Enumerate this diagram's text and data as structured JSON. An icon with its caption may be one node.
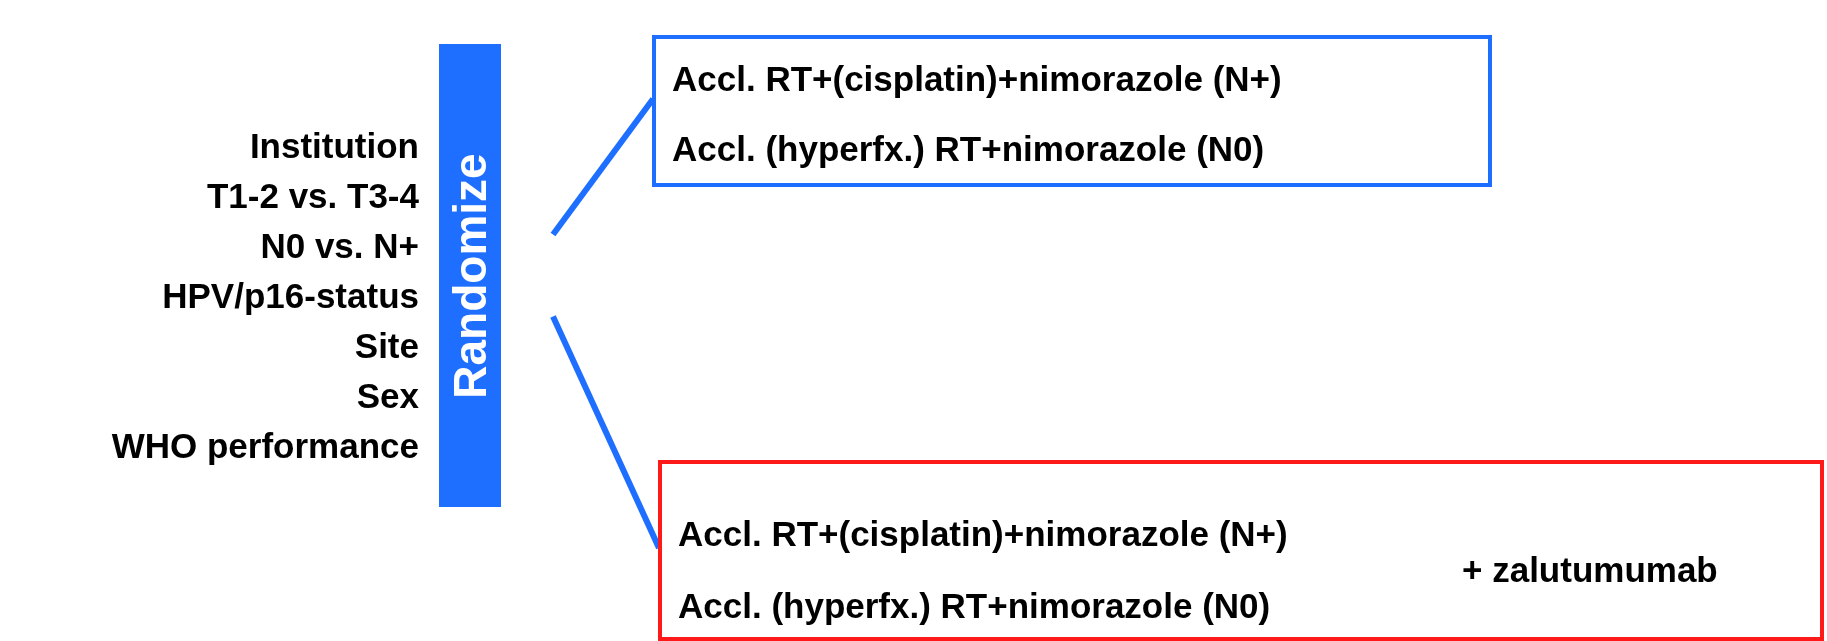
{
  "diagram": {
    "nodes": [
      {
        "text": [
          "Randomize"
        ]
      },
      {
        "text": [
          "Accl. RT+(cisplatin)+nimorazole (N+)",
          "Accl. (hyperfx.) RT+nimorazole (N0)"
        ]
      },
      {
        "text": [
          "Accl. RT+(cisplatin)+nimorazole (N+)",
          "Accl. (hyperfx.) RT+nimorazole (N0)",
          "+ zalutumumab"
        ]
      }
    ],
    "edges": [
      {
        "from": 0,
        "to": 1,
        "arrow": "none",
        "color": "#1e6fff"
      },
      {
        "from": 0,
        "to": 2,
        "arrow": "none",
        "color": "#1e6fff"
      }
    ],
    "labels": [
      "Institution",
      "T1-2 vs. T3-4",
      "N0 vs. N+",
      "HPV/p16-status",
      "Site",
      "Sex",
      "WHO performance"
    ]
  }
}
